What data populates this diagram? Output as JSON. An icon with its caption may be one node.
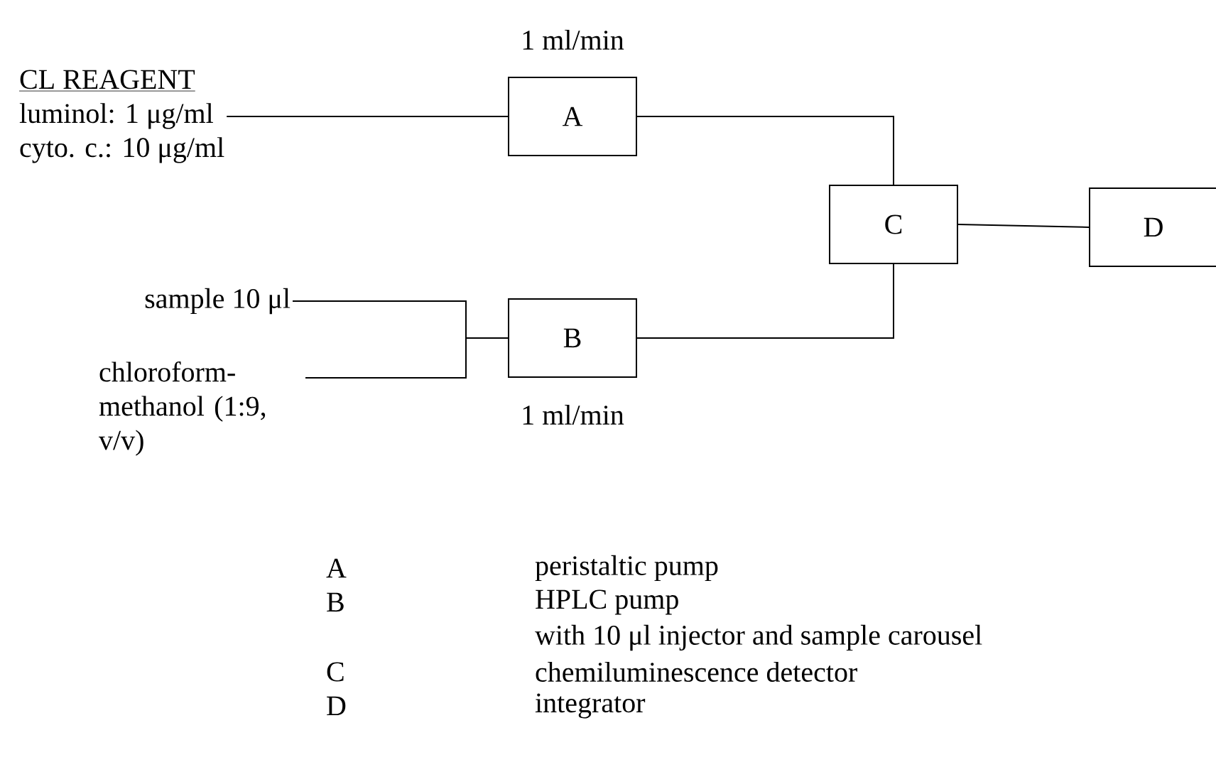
{
  "diagram": {
    "nodes": [
      {
        "text": [
          "CL REAGENT",
          "luminol:  1 μg/ml",
          "cyto. c.: 10 μg/ml"
        ]
      },
      {
        "text": [
          "sample 10 μl"
        ]
      },
      {
        "text": [
          "chloroform-methanol (1:9, v/v)"
        ]
      },
      {
        "text": [
          "A"
        ],
        "beside": [
          "1 ml/min"
        ]
      },
      {
        "text": [
          "B"
        ],
        "beside": [
          "1 ml/min"
        ]
      },
      {
        "text": [
          "C"
        ]
      },
      {
        "text": [
          "D"
        ]
      }
    ],
    "edges": [
      {
        "from": 0,
        "to": 3,
        "arrow": "none"
      },
      {
        "from": 1,
        "to": 4,
        "arrow": "none"
      },
      {
        "from": 2,
        "to": 4,
        "arrow": "none"
      },
      {
        "from": 3,
        "to": 5,
        "arrow": "none"
      },
      {
        "from": 4,
        "to": 5,
        "arrow": "none"
      },
      {
        "from": 5,
        "to": 6,
        "arrow": "none"
      }
    ],
    "labels": [
      "A",
      "peristaltic pump",
      "B",
      "HPLC pump",
      "with 10 μl injector and sample carousel",
      "C",
      "chemiluminescence detector",
      "D",
      "integrator"
    ]
  }
}
